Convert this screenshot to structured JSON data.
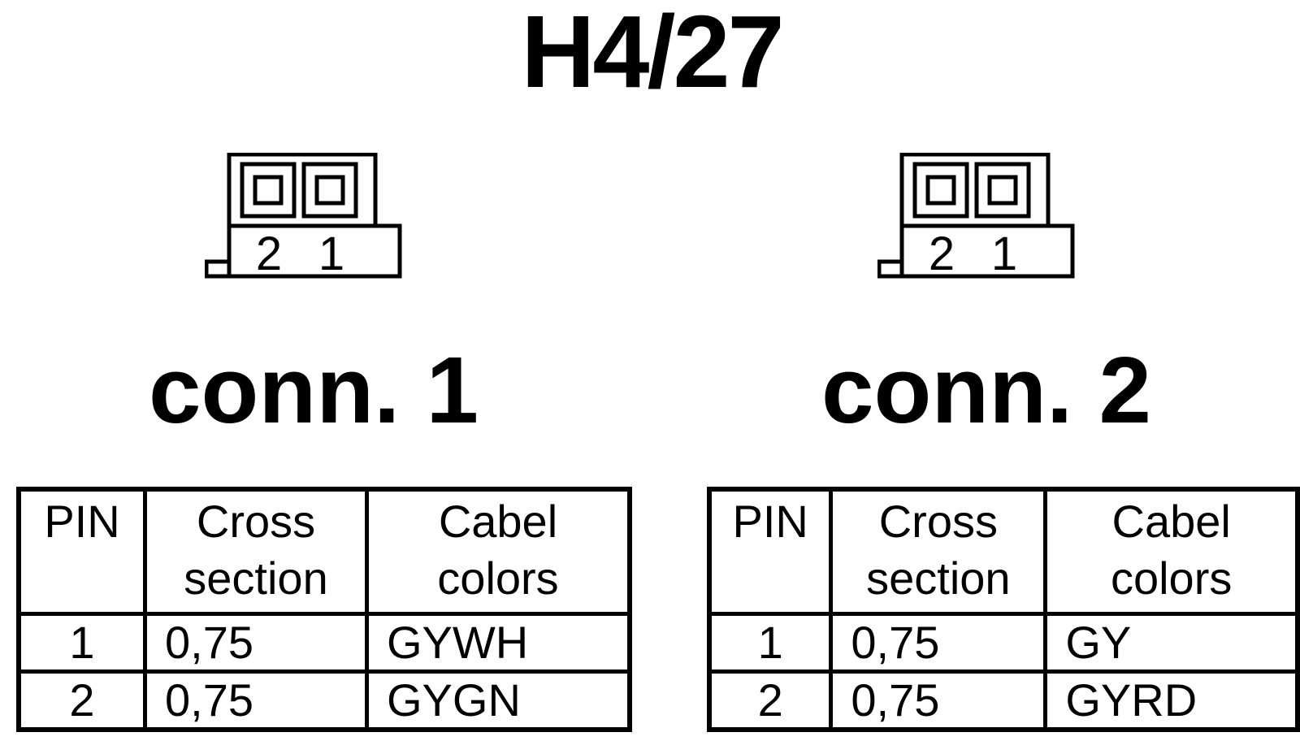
{
  "title": "H4/27",
  "connectors": [
    {
      "label": "conn. 1",
      "pin_numbers": [
        "2",
        "1"
      ],
      "table": {
        "headers": {
          "pin": "PIN",
          "cross_line1": "Cross",
          "cross_line2": "section",
          "color_line1": "Cabel",
          "color_line2": "colors"
        },
        "rows": [
          {
            "pin": "1",
            "cross_section": "0,75",
            "color": "GYWH"
          },
          {
            "pin": "2",
            "cross_section": "0,75",
            "color": "GYGN"
          }
        ]
      }
    },
    {
      "label": "conn. 2",
      "pin_numbers": [
        "2",
        "1"
      ],
      "table": {
        "headers": {
          "pin": "PIN",
          "cross_line1": "Cross",
          "cross_line2": "section",
          "color_line1": "Cabel",
          "color_line2": "colors"
        },
        "rows": [
          {
            "pin": "1",
            "cross_section": "0,75",
            "color": "GY"
          },
          {
            "pin": "2",
            "cross_section": "0,75",
            "color": "GYRD"
          }
        ]
      }
    }
  ]
}
